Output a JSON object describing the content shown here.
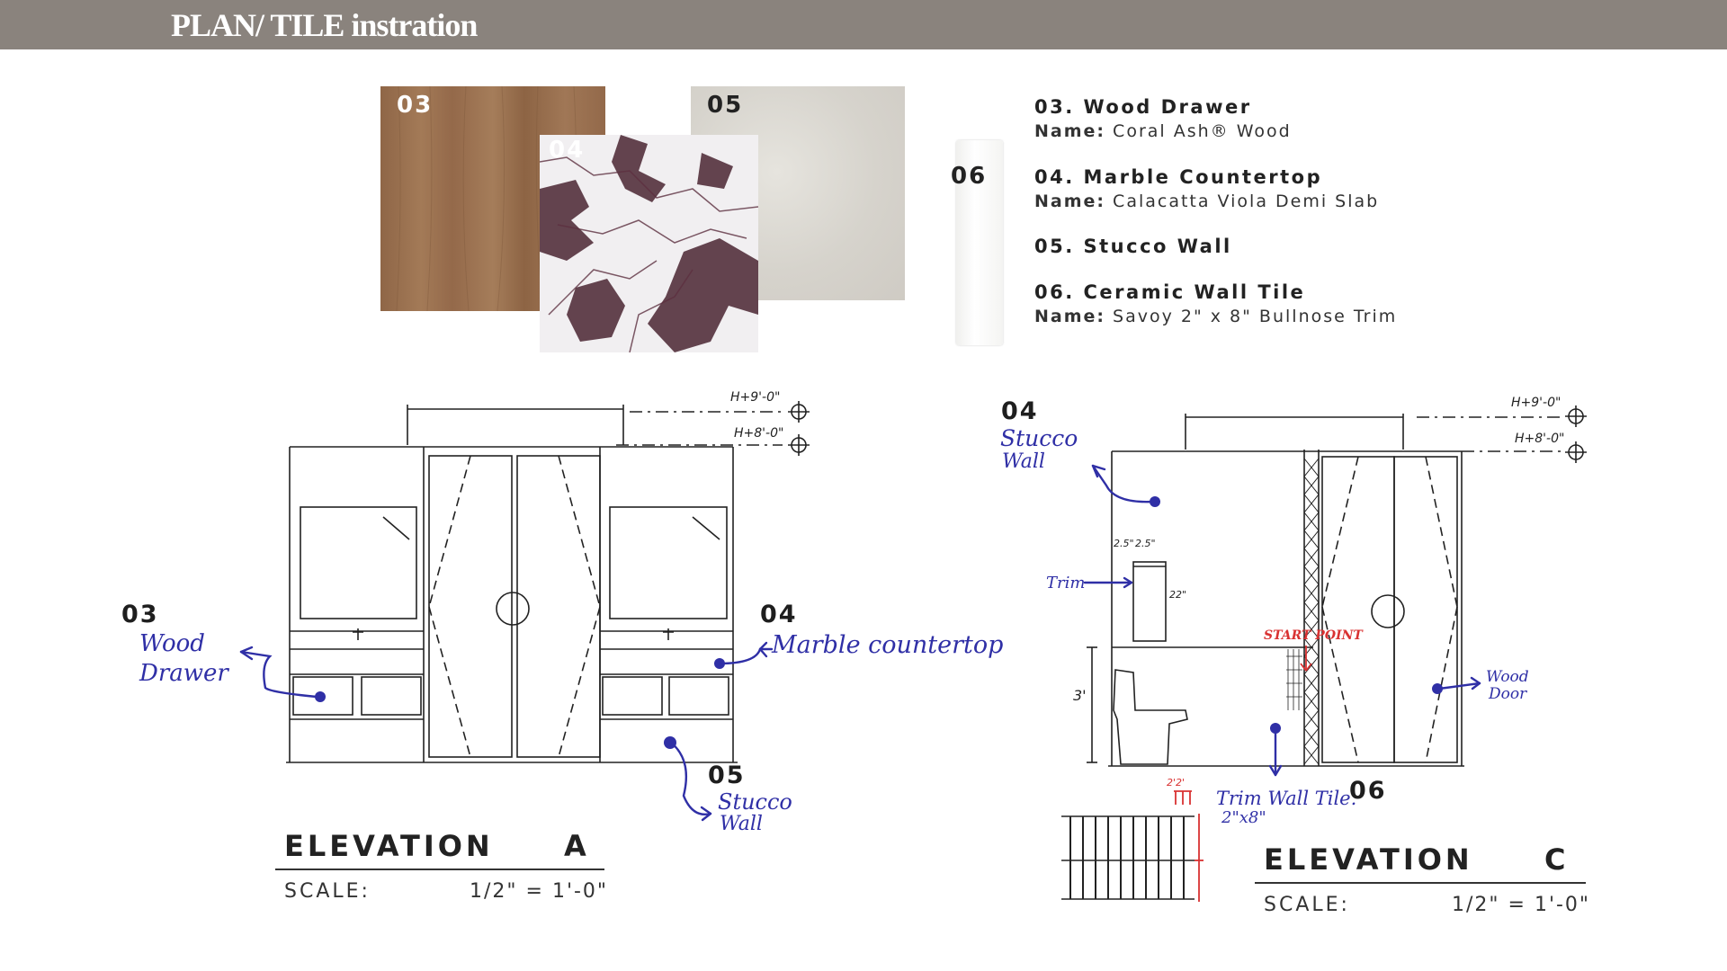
{
  "header": {
    "title": "PLAN/ TILE instration"
  },
  "swatches": {
    "s03": {
      "num": "03",
      "color": "#9a7250"
    },
    "s04": {
      "num": "04"
    },
    "s05": {
      "num": "05",
      "color": "#dcdad4"
    },
    "s06": {
      "num": "06"
    }
  },
  "legend": {
    "items": [
      {
        "title": "03. Wood Drawer",
        "name_key": "Name:",
        "name_value": " Coral Ash® Wood"
      },
      {
        "title": "04. Marble Countertop",
        "name_key": "Name:",
        "name_value": " Calacatta Viola Demi Slab"
      },
      {
        "title": "05. Stucco Wall"
      },
      {
        "title": "06. Ceramic Wall Tile",
        "name_key": "Name:",
        "name_value": " Savoy 2\" x 8\" Bullnose Trim"
      }
    ]
  },
  "elevation_a": {
    "title": "ELEVATION",
    "letter": "A",
    "scale_label": "SCALE:",
    "scale_value": "1/2\" = 1'-0\"",
    "heights": [
      "H+9'-0\"",
      "H+8'-0\""
    ],
    "callouts": {
      "c03": {
        "num": "03",
        "text1": "Wood",
        "text2": "Drawer"
      },
      "c04": {
        "num": "04",
        "text": "Marble countertop"
      },
      "c05": {
        "num": "05",
        "text1": "Stucco",
        "text2": "Wall"
      }
    }
  },
  "elevation_c": {
    "title": "ELEVATION",
    "letter": "C",
    "scale_label": "SCALE:",
    "scale_value": "1/2\" = 1'-0\"",
    "heights": [
      "H+9'-0\"",
      "H+8'-0\""
    ],
    "callouts": {
      "c04": {
        "num": "04",
        "text1": "Stucco",
        "text2": "Wall"
      },
      "trim": "Trim",
      "start_point": "START POINT",
      "wood_door1": "Wood",
      "wood_door2": "Door",
      "trim_tile1": "Trim Wall Tile.",
      "trim_tile2": "2\"x8\"",
      "c06": {
        "num": "06"
      },
      "dim_3ft": "3'",
      "dim_25a": "2.5\"",
      "dim_25b": "2.5\"",
      "dim_22": "22\"",
      "dim_2a": "2'2'"
    }
  },
  "colors": {
    "header": "#8a837d",
    "ink": "#2f2fa6",
    "red": "#d93232"
  }
}
